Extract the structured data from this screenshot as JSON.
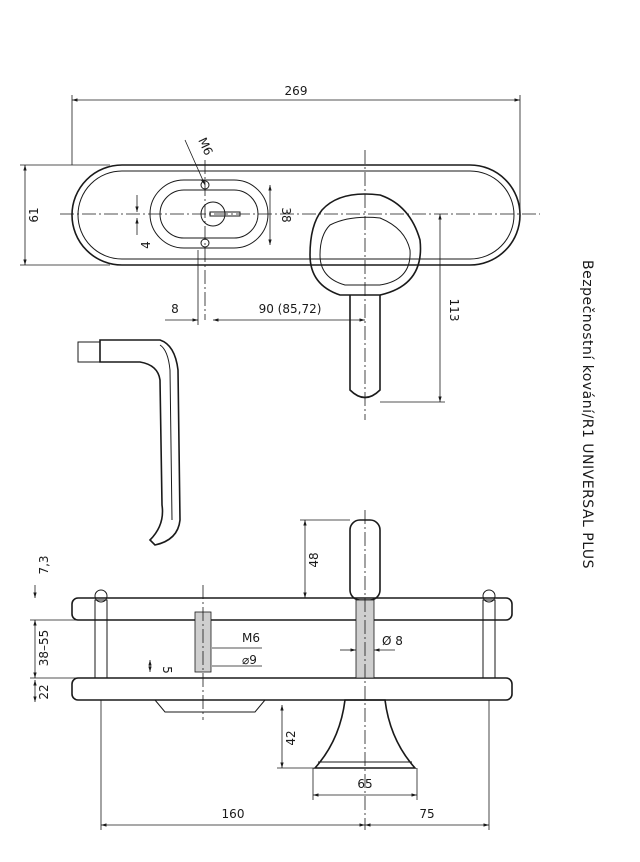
{
  "title": "Bezpečnostní kování/R1  UNIVERSAL PLUS",
  "dimensions": {
    "overall_length": "269",
    "plate_height": "61",
    "screw_thread_top": "M6",
    "cylinder_height": "38",
    "offset_small": "4",
    "edge_offset": "8",
    "distance": "90 (85,72)",
    "handle_length": "113",
    "spindle_length": "48",
    "plate_thickness": "7,3",
    "door_thickness": "38–55",
    "inner_plate": "22",
    "screw_thread_side": "M6",
    "screw_diameter": "⌀9",
    "screw_head": "5",
    "spindle_diameter": "Ø 8",
    "knob_height": "42",
    "knob_width": "65",
    "left_distance": "160",
    "right_distance": "75"
  }
}
